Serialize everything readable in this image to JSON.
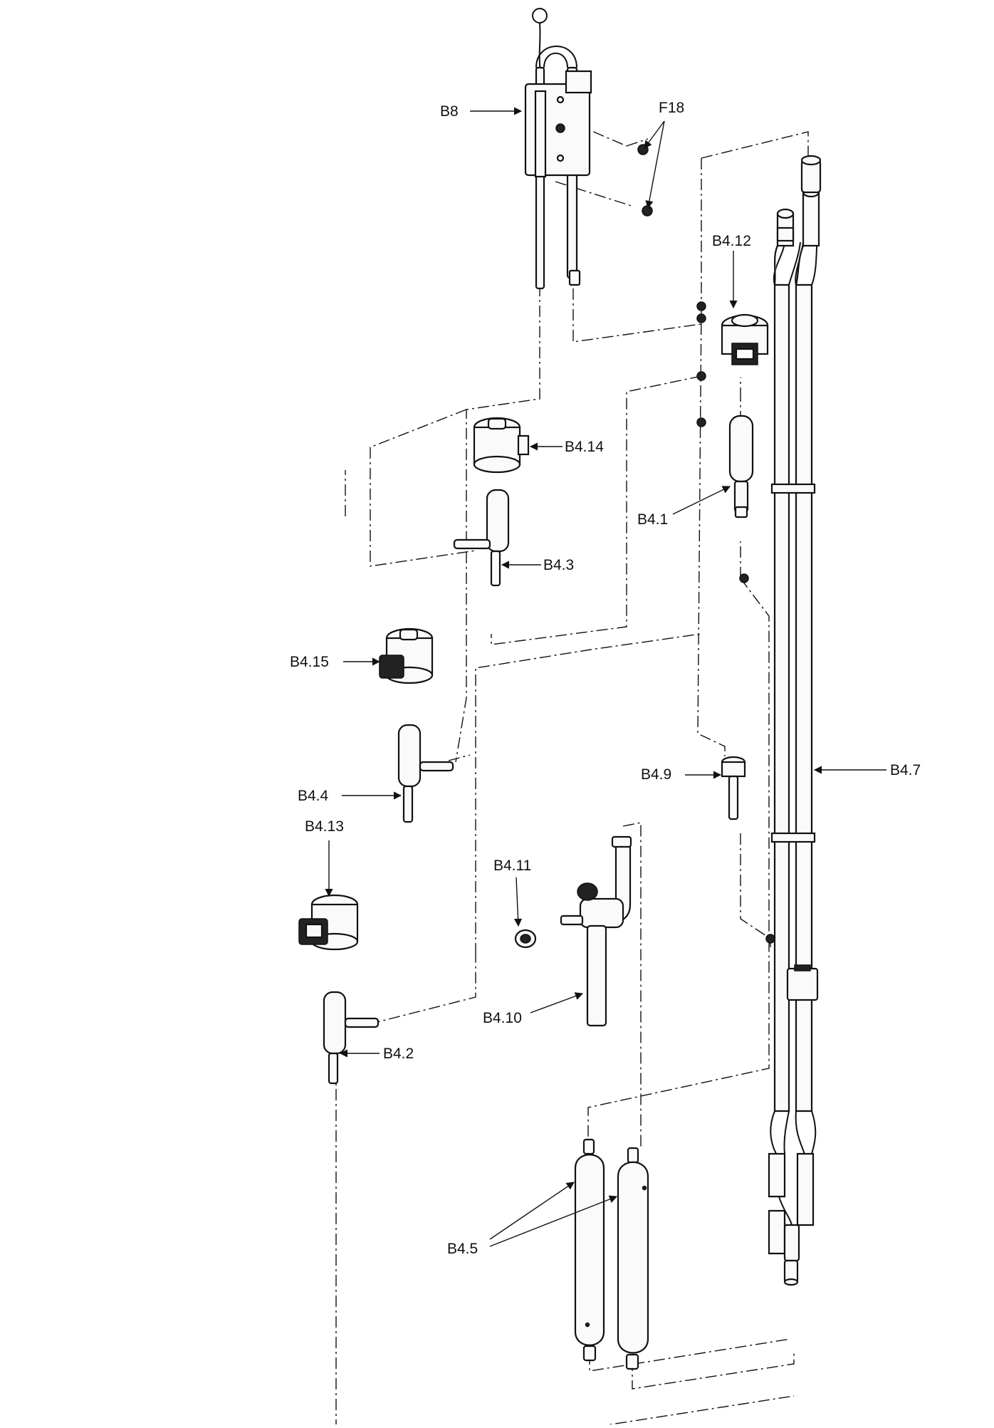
{
  "labels": {
    "b8": "B8",
    "f18": "F18",
    "b4_12": "B4.12",
    "b4_14": "B4.14",
    "b4_1": "B4.1",
    "b4_3": "B4.3",
    "b4_15": "B4.15",
    "b4_9": "B4.9",
    "b4_7": "B4.7",
    "b4_4": "B4.4",
    "b4_13": "B4.13",
    "b4_11": "B4.11",
    "b4_10": "B4.10",
    "b4_2": "B4.2",
    "b4_5": "B4.5"
  }
}
